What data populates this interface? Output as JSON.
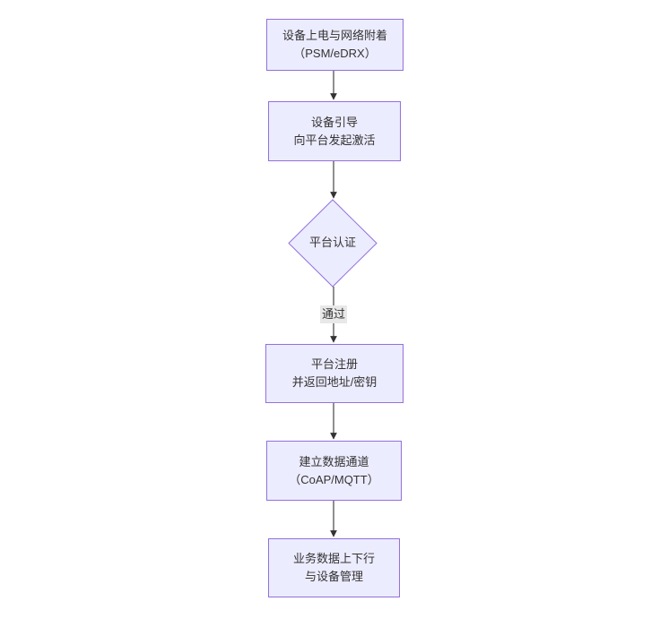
{
  "colors": {
    "background": "#ffffff",
    "node_fill": "#ECECFF",
    "node_border": "#9370DB",
    "text": "#333333",
    "arrow": "#333333",
    "edge_label_bg": "#e8e8e8"
  },
  "flowchart": {
    "type": "vertical-flowchart",
    "nodes": [
      {
        "id": "power-on",
        "shape": "rect",
        "line1": "设备上电与网络附着",
        "line2": "（PSM/eDRX）"
      },
      {
        "id": "bootstrap",
        "shape": "rect",
        "line1": "设备引导",
        "line2": "向平台发起激活"
      },
      {
        "id": "auth",
        "shape": "diamond",
        "line1": "平台认证",
        "line2": ""
      },
      {
        "id": "register",
        "shape": "rect",
        "line1": "平台注册",
        "line2": "并返回地址/密钥"
      },
      {
        "id": "channel",
        "shape": "rect",
        "line1": "建立数据通道",
        "line2": "（CoAP/MQTT）"
      },
      {
        "id": "business",
        "shape": "rect",
        "line1": "业务数据上下行",
        "line2": "与设备管理"
      }
    ],
    "edge_labels": [
      {
        "from": "auth",
        "to": "register",
        "label": "通过"
      }
    ]
  }
}
